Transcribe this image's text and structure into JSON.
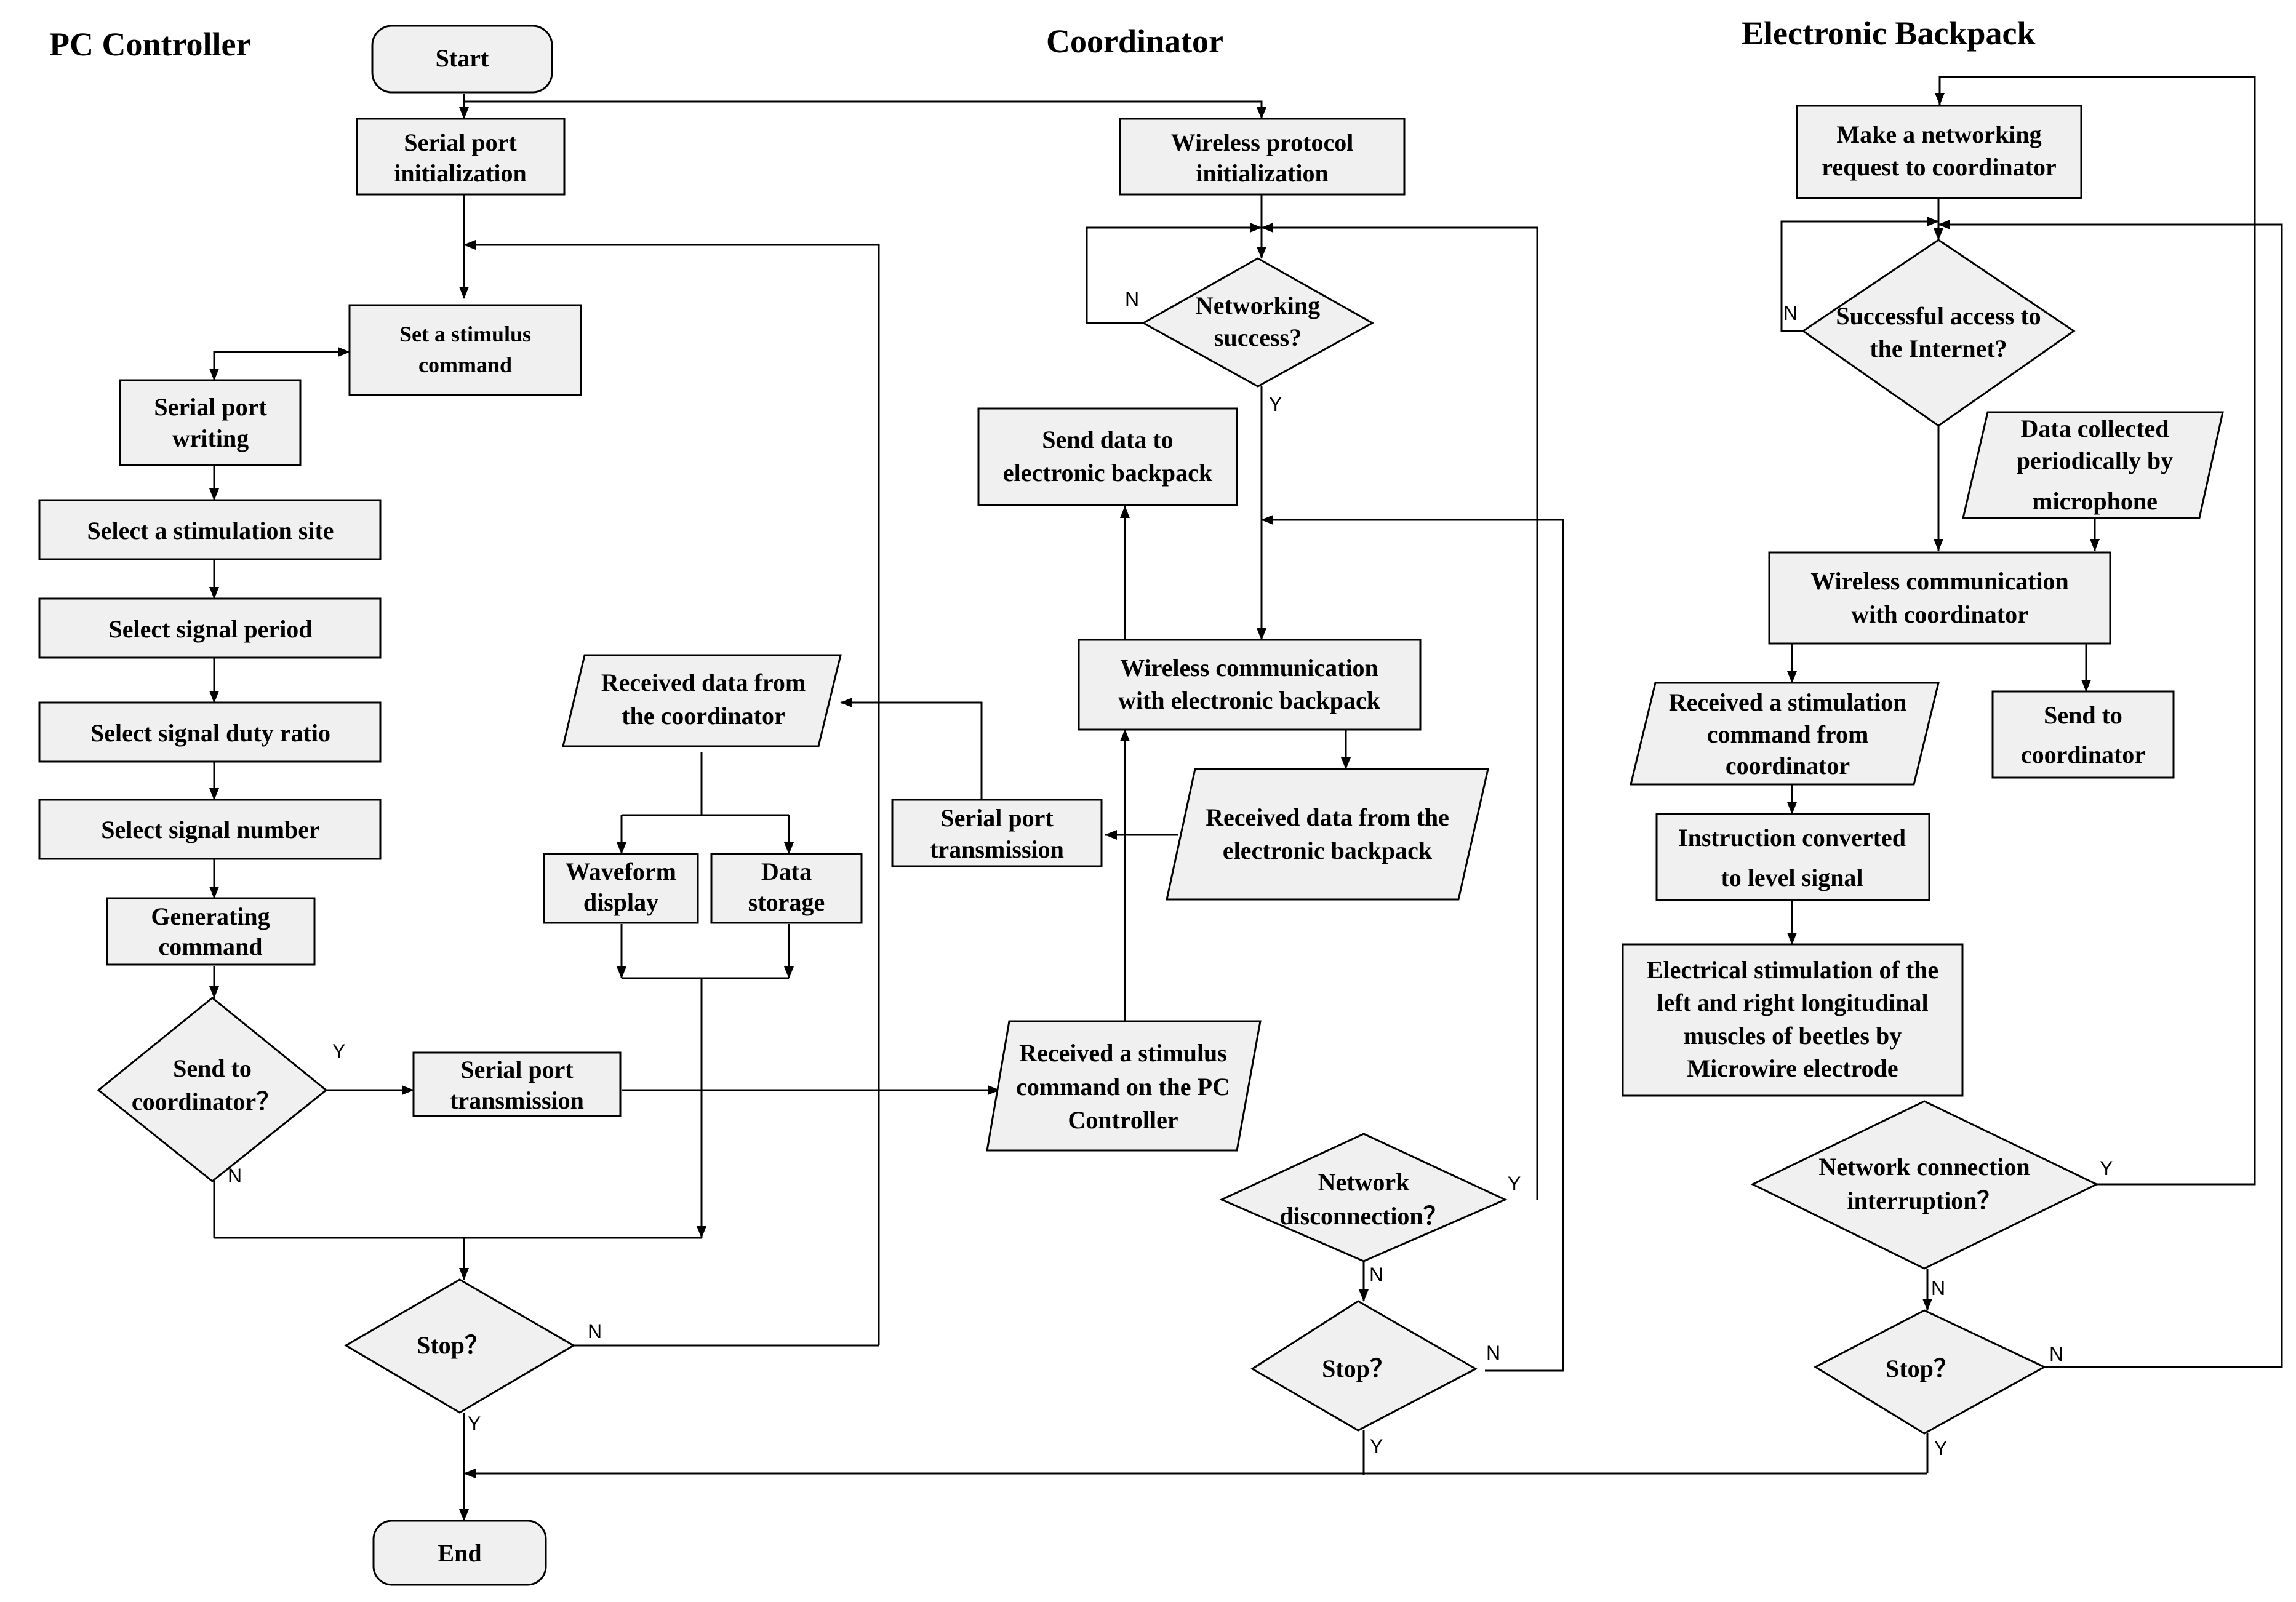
{
  "titles": {
    "pc": "PC Controller",
    "coord": "Coordinator",
    "backpack": "Electronic Backpack"
  },
  "pc": {
    "start": "Start",
    "serial_init": [
      "Serial port",
      "initialization"
    ],
    "set_stim": [
      "Set a stimulus",
      "command"
    ],
    "serial_write": [
      "Serial port",
      "writing"
    ],
    "select_site": "Select a stimulation site",
    "select_period": "Select signal period",
    "select_duty": "Select signal duty ratio",
    "select_number": "Select signal number",
    "generating": [
      "Generating",
      "command"
    ],
    "send_coord": [
      "Send to",
      "coordinator？"
    ],
    "serial_trans": [
      "Serial port",
      "transmission"
    ],
    "received_coord": [
      "Received data from",
      "the coordinator"
    ],
    "waveform": [
      "Waveform",
      "display"
    ],
    "data_storage": [
      "Data",
      "storage"
    ],
    "stop": "Stop？",
    "end": "End"
  },
  "coord": {
    "wireless_init": [
      "Wireless protocol",
      "initialization"
    ],
    "networking": [
      "Networking",
      "success?"
    ],
    "send_data": [
      "Send  data to",
      "electronic backpack"
    ],
    "wireless_comm": [
      "Wireless communication",
      "with electronic backpack"
    ],
    "serial_trans": [
      "Serial port",
      "transmission"
    ],
    "received_backpack": [
      "Received data from the",
      "electronic backpack"
    ],
    "received_stim": [
      "Received a stimulus",
      "command on the PC",
      "Controller"
    ],
    "network_disc": [
      "Network",
      "disconnection？"
    ],
    "stop": "Stop？"
  },
  "backpack": {
    "request": [
      "Make a networking",
      "request to coordinator"
    ],
    "access": [
      "Successful access to",
      "the Internet?"
    ],
    "microphone": [
      "Data collected",
      "periodically by",
      "microphone"
    ],
    "wireless_comm": [
      "Wireless communication",
      "with coordinator"
    ],
    "received_stim": [
      "Received a stimulation",
      "command from",
      "coordinator"
    ],
    "send_coord": [
      "Send to",
      "coordinator"
    ],
    "instruction": [
      "Instruction converted",
      "to level signal"
    ],
    "electrical": [
      "Electrical stimulation of the",
      "left and right longitudinal",
      "muscles of beetles by",
      "Microwire electrode"
    ],
    "interruption": [
      "Network connection",
      "interruption？"
    ],
    "stop": "Stop？"
  },
  "labels": {
    "yes": "Y",
    "no": "N"
  }
}
